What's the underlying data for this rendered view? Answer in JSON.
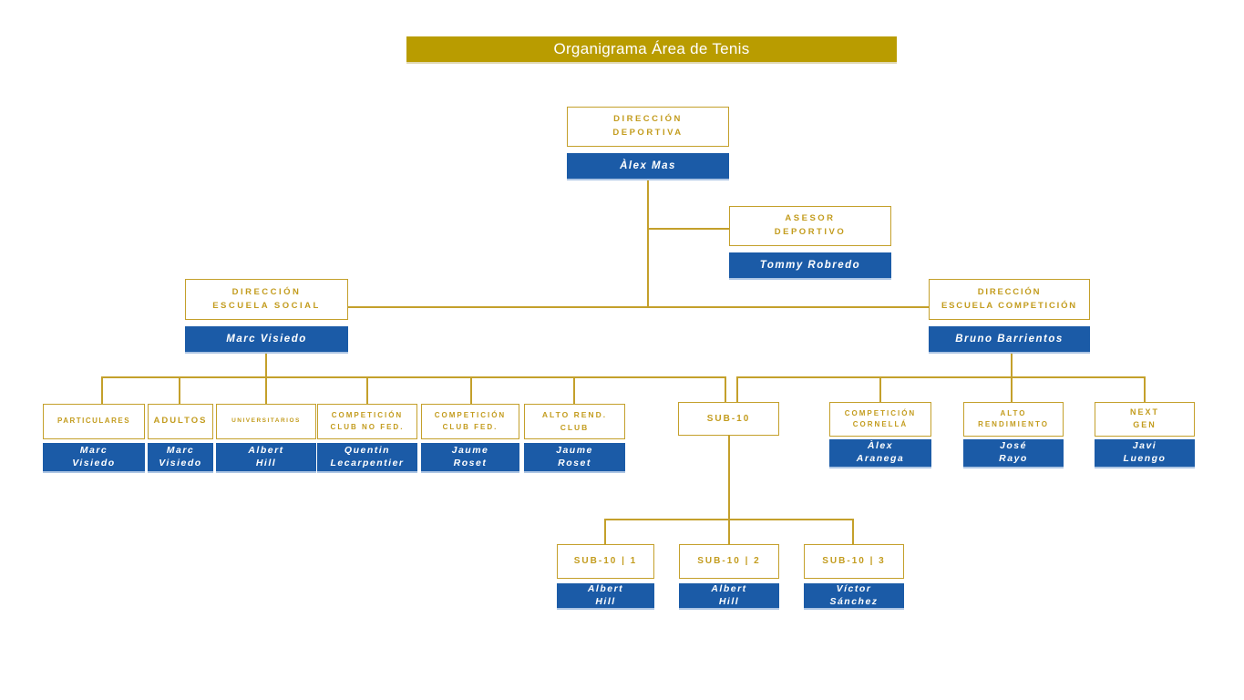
{
  "title": "Organigrama Área de Tenis",
  "colors": {
    "title_background": "#B99C00",
    "box_border_gold": "#C4A02B",
    "label_text_gold": "#C39C1E",
    "name_background_blue": "#1B5BA7",
    "name_text": "#ffffff"
  },
  "nodes": {
    "direccion_deportiva": {
      "label": "DIRECCIÓN\nDEPORTIVA",
      "name": "Àlex Mas"
    },
    "asesor_deportivo": {
      "label": "ASESOR\nDEPORTIVO",
      "name": "Tommy Robredo"
    },
    "escuela_social": {
      "label": "DIRECCIÓN\nESCUELA SOCIAL",
      "name": "Marc Visiedo"
    },
    "escuela_competicion": {
      "label": "DIRECCIÓN\nESCUELA COMPETICIÓN",
      "name": "Bruno Barrientos"
    },
    "particulares": {
      "label": "PARTICULARES",
      "name": "Marc\nVisiedo"
    },
    "adultos": {
      "label": "ADULTOS",
      "name": "Marc\nVisiedo"
    },
    "universitarios": {
      "label": "UNIVERSITARIOS",
      "name": "Albert\nHill"
    },
    "competicion_club_no_fed": {
      "label": "COMPETICIÓN\nCLUB NO FED.",
      "name": "Quentin\nLecarpentier"
    },
    "competicion_club_fed": {
      "label": "COMPETICIÓN\nCLUB FED.",
      "name": "Jaume\nRoset"
    },
    "alto_rend_club": {
      "label": "ALTO REND.\nCLUB",
      "name": "Jaume\nRoset"
    },
    "sub_10": {
      "label": "SUB-10"
    },
    "competicion_cornella": {
      "label": "COMPETICIÓN\nCORNELLÁ",
      "name": "Àlex\nAranega"
    },
    "alto_rendimiento": {
      "label": "ALTO\nRENDIMIENTO",
      "name": "José\nRayo"
    },
    "next_gen": {
      "label": "NEXT\nGEN",
      "name": "Javi\nLuengo"
    },
    "sub_10_1": {
      "label": "SUB-10 | 1",
      "name": "Albert\nHill"
    },
    "sub_10_2": {
      "label": "SUB-10 | 2",
      "name": "Albert\nHill"
    },
    "sub_10_3": {
      "label": "SUB-10 | 3",
      "name": "Víctor\nSánchez"
    }
  }
}
